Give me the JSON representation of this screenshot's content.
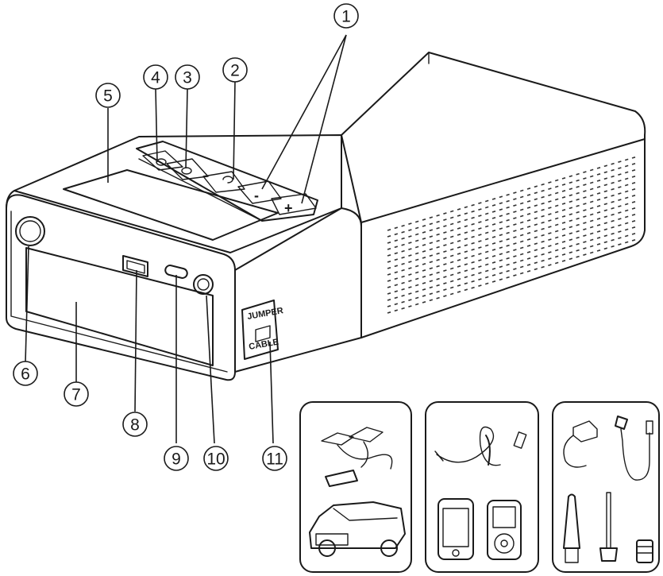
{
  "device": {
    "side_label_top": "JUMPER",
    "side_label_bottom": "CABLE",
    "button_minus": "-",
    "button_plus": "+"
  },
  "callouts": [
    {
      "id": "1",
      "label": "①"
    },
    {
      "id": "2",
      "label": "②"
    },
    {
      "id": "3",
      "label": "③"
    },
    {
      "id": "4",
      "label": "④"
    },
    {
      "id": "5",
      "label": "⑤"
    },
    {
      "id": "6",
      "label": "⑥"
    },
    {
      "id": "7",
      "label": "⑦"
    },
    {
      "id": "8",
      "label": "⑧"
    },
    {
      "id": "9",
      "label": "⑨"
    },
    {
      "id": "10",
      "label": "⑩"
    },
    {
      "id": "11",
      "label": "⑪"
    }
  ],
  "accessories": {
    "panel_1": [
      "jumper-clamps",
      "car"
    ],
    "panel_2": [
      "usb-c-cable",
      "phone",
      "media-player"
    ],
    "panel_3": [
      "power-adapter",
      "inflation-hose",
      "needle-nozzle",
      "tapered-nozzle",
      "valve-adapter"
    ]
  }
}
